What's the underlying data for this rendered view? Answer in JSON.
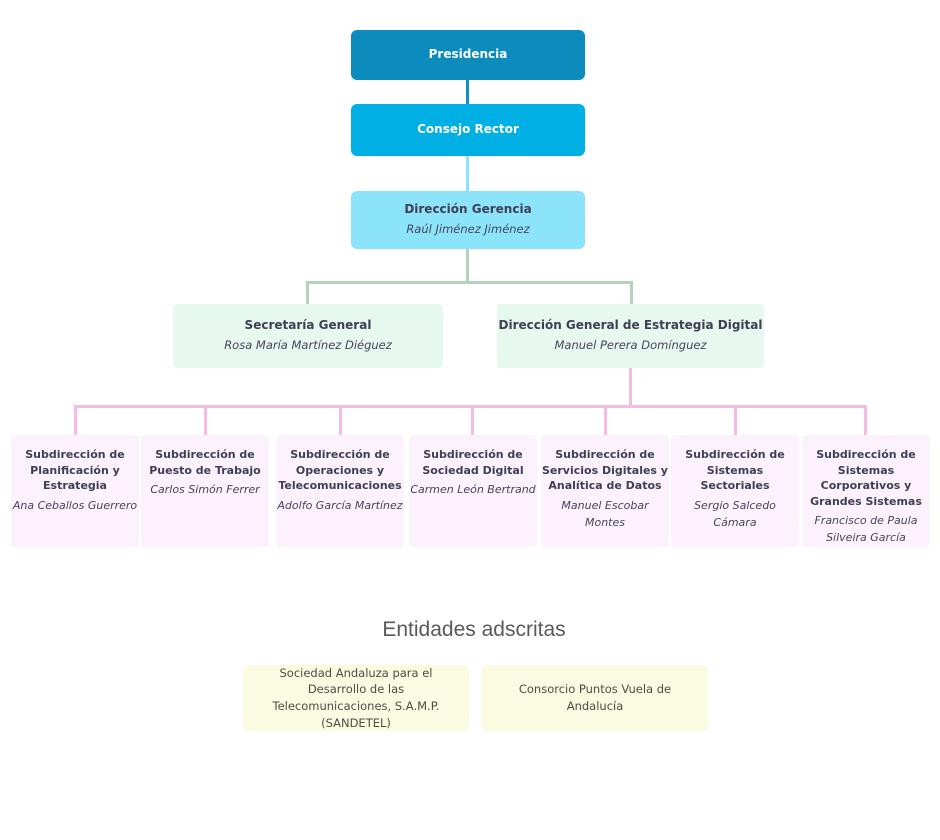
{
  "org": {
    "presidencia": {
      "title": "Presidencia"
    },
    "consejo_rector": {
      "title": "Consejo Rector"
    },
    "direccion_gerencia": {
      "title": "Dirección Gerencia",
      "name": "Raúl Jiménez Jiménez"
    },
    "secretaria_general": {
      "title": "Secretaría General",
      "name": "Rosa María Martínez Diéguez"
    },
    "estrategia_digital": {
      "title": "Dirección General de Estrategia Digital",
      "name": "Manuel Perera Domínguez"
    },
    "subdirecciones": [
      {
        "title": "Subdirección de Planificación y Estrategia",
        "name": "Ana Ceballos Guerrero"
      },
      {
        "title": "Subdirección de Puesto de Trabajo",
        "name": "Carlos Simón Ferrer"
      },
      {
        "title": "Subdirección de Operaciones y Telecomunicaciones",
        "name": "Adolfo García Martínez"
      },
      {
        "title": "Subdirección de Sociedad Digital",
        "name": "Carmen León Bertrand"
      },
      {
        "title": "Subdirección de Servicios Digitales y Analítica de Datos",
        "name": "Manuel Escobar Montes"
      },
      {
        "title": "Subdirección de Sistemas Sectoriales",
        "name": "Sergio Salcedo Cámara"
      },
      {
        "title": "Subdirección de Sistemas Corporativos y Grandes Sistemas",
        "name": "Francisco de Paula Silveira García"
      }
    ]
  },
  "entidades": {
    "heading": "Entidades adscritas",
    "items": [
      {
        "label": "Sociedad Andaluza para el Desarrollo de las Telecomunicaciones, S.A.M.P. (SANDETEL)"
      },
      {
        "label": "Consorcio Puntos Vuela de Andalucía"
      }
    ]
  },
  "colors": {
    "presidencia_bg": "#0c8bbd",
    "consejo_rector_bg": "#00b0e4",
    "direccion_gerencia_bg": "#8ce4fb",
    "nivel_secretaria_bg": "#e7f8ef",
    "subdireccion_bg": "#fcf2fe",
    "entidad_bg": "#fafbe0",
    "connector_blue_dark": "#0d8fc0",
    "connector_blue_light": "#8ce4fb",
    "connector_green": "#b2d3ba",
    "connector_pink": "#f4bce4"
  }
}
